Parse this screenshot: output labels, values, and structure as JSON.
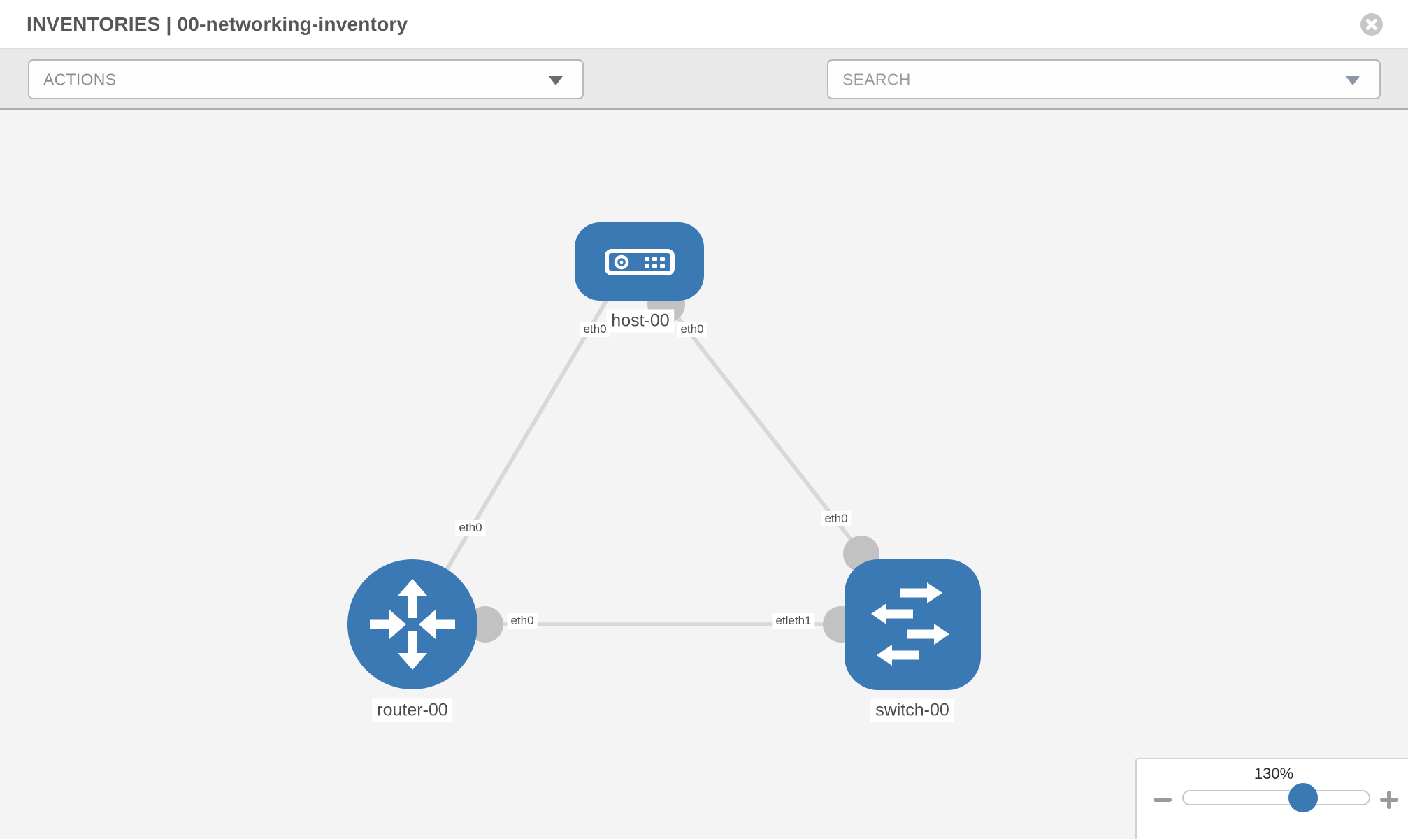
{
  "header": {
    "title": "INVENTORIES | 00-networking-inventory"
  },
  "toolbar": {
    "actions_dropdown_value": "ACTIONS",
    "search_dropdown_value": "SEARCH"
  },
  "topology": {
    "nodes": [
      {
        "label": "host-00",
        "type": "host"
      },
      {
        "label": "router-00",
        "type": "router"
      },
      {
        "label": "switch-00",
        "type": "switch"
      }
    ],
    "interface_labels": {
      "host_left": "eth0",
      "host_right": "eth0",
      "router_top": "eth0",
      "router_right": "eth0",
      "switch_top": "eth0",
      "switch_left": "etleth1"
    },
    "links": [
      {
        "from": "host-00",
        "to": "router-00"
      },
      {
        "from": "host-00",
        "to": "switch-00"
      },
      {
        "from": "router-00",
        "to": "switch-00"
      }
    ]
  },
  "zoom_control": {
    "level": "130%",
    "knob_fraction": 0.64
  },
  "colors": {
    "node_blue": "#3b79b4",
    "edge_gray": "#d8d8d8",
    "port_gray": "#c2c2c2"
  }
}
